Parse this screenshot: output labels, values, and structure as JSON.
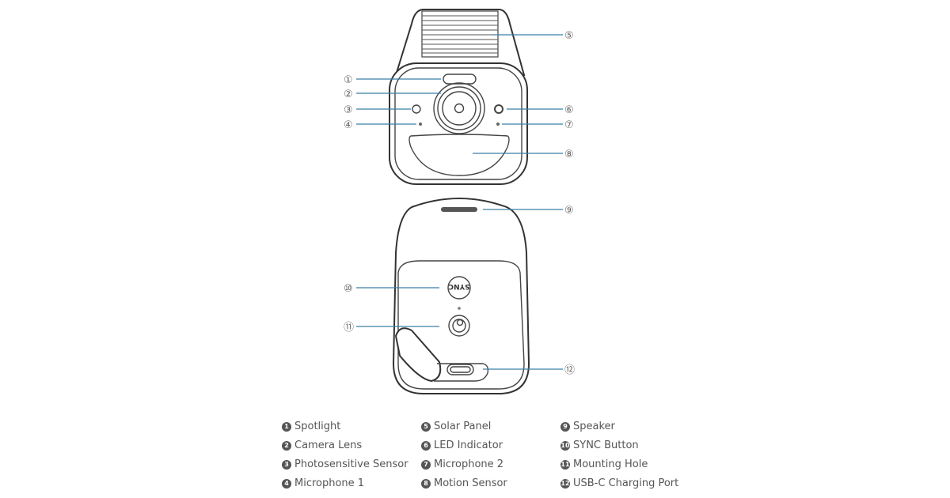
{
  "callouts": [
    "①",
    "②",
    "③",
    "④",
    "⑤",
    "⑥",
    "⑦",
    "⑧",
    "⑨",
    "⑩",
    "⑪",
    "⑫"
  ],
  "sync_button_text": "SYNC",
  "legend": [
    {
      "num": "1",
      "label": "Spotlight"
    },
    {
      "num": "2",
      "label": "Camera Lens"
    },
    {
      "num": "3",
      "label": "Photosensitive Sensor"
    },
    {
      "num": "4",
      "label": "Microphone 1"
    },
    {
      "num": "5",
      "label": "Solar Panel"
    },
    {
      "num": "6",
      "label": "LED Indicator"
    },
    {
      "num": "7",
      "label": "Microphone 2"
    },
    {
      "num": "8",
      "label": "Motion Sensor"
    },
    {
      "num": "9",
      "label": "Speaker"
    },
    {
      "num": "10",
      "label": "SYNC Button"
    },
    {
      "num": "11",
      "label": "Mounting Hole"
    },
    {
      "num": "12",
      "label": "USB-C Charging Port"
    }
  ],
  "colors": {
    "callout_line": "#3b7fa6",
    "outline": "#333333"
  }
}
